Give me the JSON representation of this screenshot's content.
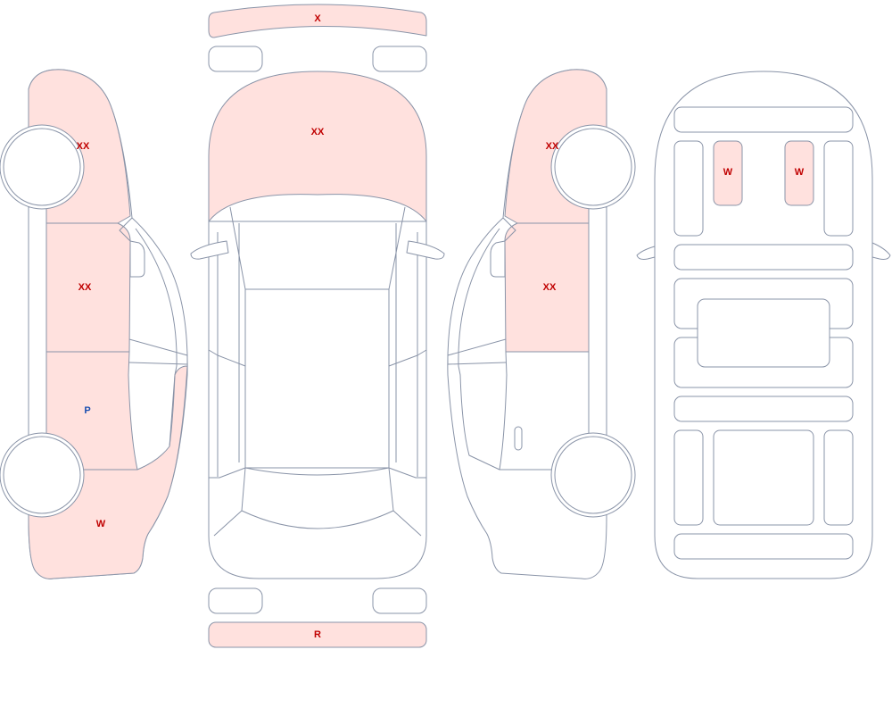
{
  "colors": {
    "damage_fill": "#ffe1de",
    "outline": "#8a94a8",
    "code_red": "#c00000",
    "code_blue": "#1a4fb0"
  },
  "codes": {
    "front_bumper": "X",
    "hood": "XX",
    "rear_bumper": "R",
    "left_front_fender": "XX",
    "left_front_door": "XX",
    "left_rear_door": "P",
    "left_rear_quarter": "W",
    "right_front_fender": "XX",
    "right_front_door": "XX",
    "interior_seat_left": "W",
    "interior_seat_right": "W"
  }
}
